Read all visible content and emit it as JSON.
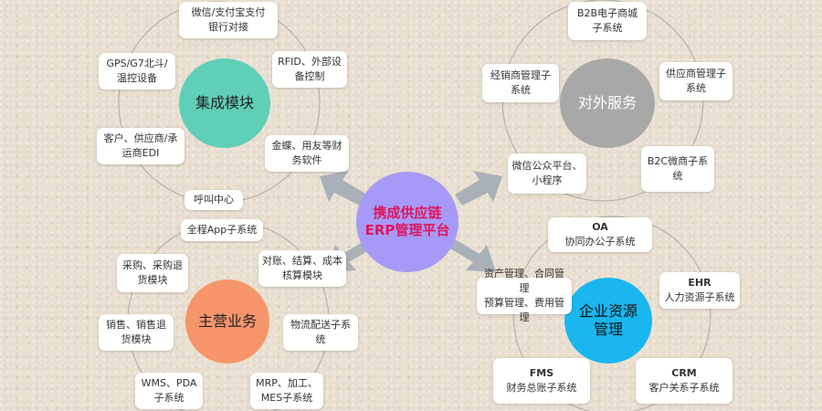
{
  "center": {
    "line1": "携成供应链",
    "line2": "ERP管理平台",
    "color": "#a79af6",
    "text_color": "#e0145c"
  },
  "modules": {
    "integration": {
      "title": "集成模块",
      "color": "#5fcfb8",
      "items": {
        "pay": [
          "微信/支付宝支付",
          "银行对接"
        ],
        "rfid": [
          "RFID、外部设",
          "备控制"
        ],
        "gps": [
          "GPS/G7北斗/",
          "温控设备"
        ],
        "edi": [
          "客户、供应商/承",
          "运商EDI"
        ],
        "kingdee": [
          "金蝶、用友等财",
          "务软件"
        ],
        "callcenter": [
          "呼叫中心"
        ]
      }
    },
    "external": {
      "title": "对外服务",
      "color": "#a8a8a8",
      "items": {
        "b2b": [
          "B2B电子商城",
          "子系统"
        ],
        "dealer": [
          "经销商管理子",
          "系统"
        ],
        "supplier": [
          "供应商管理子",
          "系统"
        ],
        "wechat": [
          "微信公众平台、",
          "小程序"
        ],
        "b2c": [
          "B2C微商子系",
          "统"
        ]
      }
    },
    "main_business": {
      "title": "主营业务",
      "color": "#f7956a",
      "items": {
        "app": [
          "全程App子系统"
        ],
        "purchase": [
          "采购、采购退",
          "货模块"
        ],
        "reconcile": [
          "对账、结算、成本",
          "核算模块"
        ],
        "sales": [
          "销售、销售退",
          "货模块"
        ],
        "logistics": [
          "物流配送子系",
          "统"
        ],
        "wms": [
          "WMS、PDA",
          "子系统"
        ],
        "mrp": [
          "MRP、加工、",
          "MES子系统"
        ]
      }
    },
    "enterprise": {
      "title_line1": "企业资源",
      "title_line2": "管理",
      "color": "#1ab6ef",
      "items": {
        "oa": {
          "title": "OA",
          "sub": "协同办公子系统"
        },
        "asset": [
          "资产管理、合同管理",
          "预算管理、费用管理"
        ],
        "ehr": {
          "title": "EHR",
          "sub": "人力资源子系统"
        },
        "fms": {
          "title": "FMS",
          "sub": "财务总账子系统"
        },
        "crm": {
          "title": "CRM",
          "sub": "客户关系子系统"
        }
      }
    }
  },
  "arrow_color": "#a9b0b8"
}
